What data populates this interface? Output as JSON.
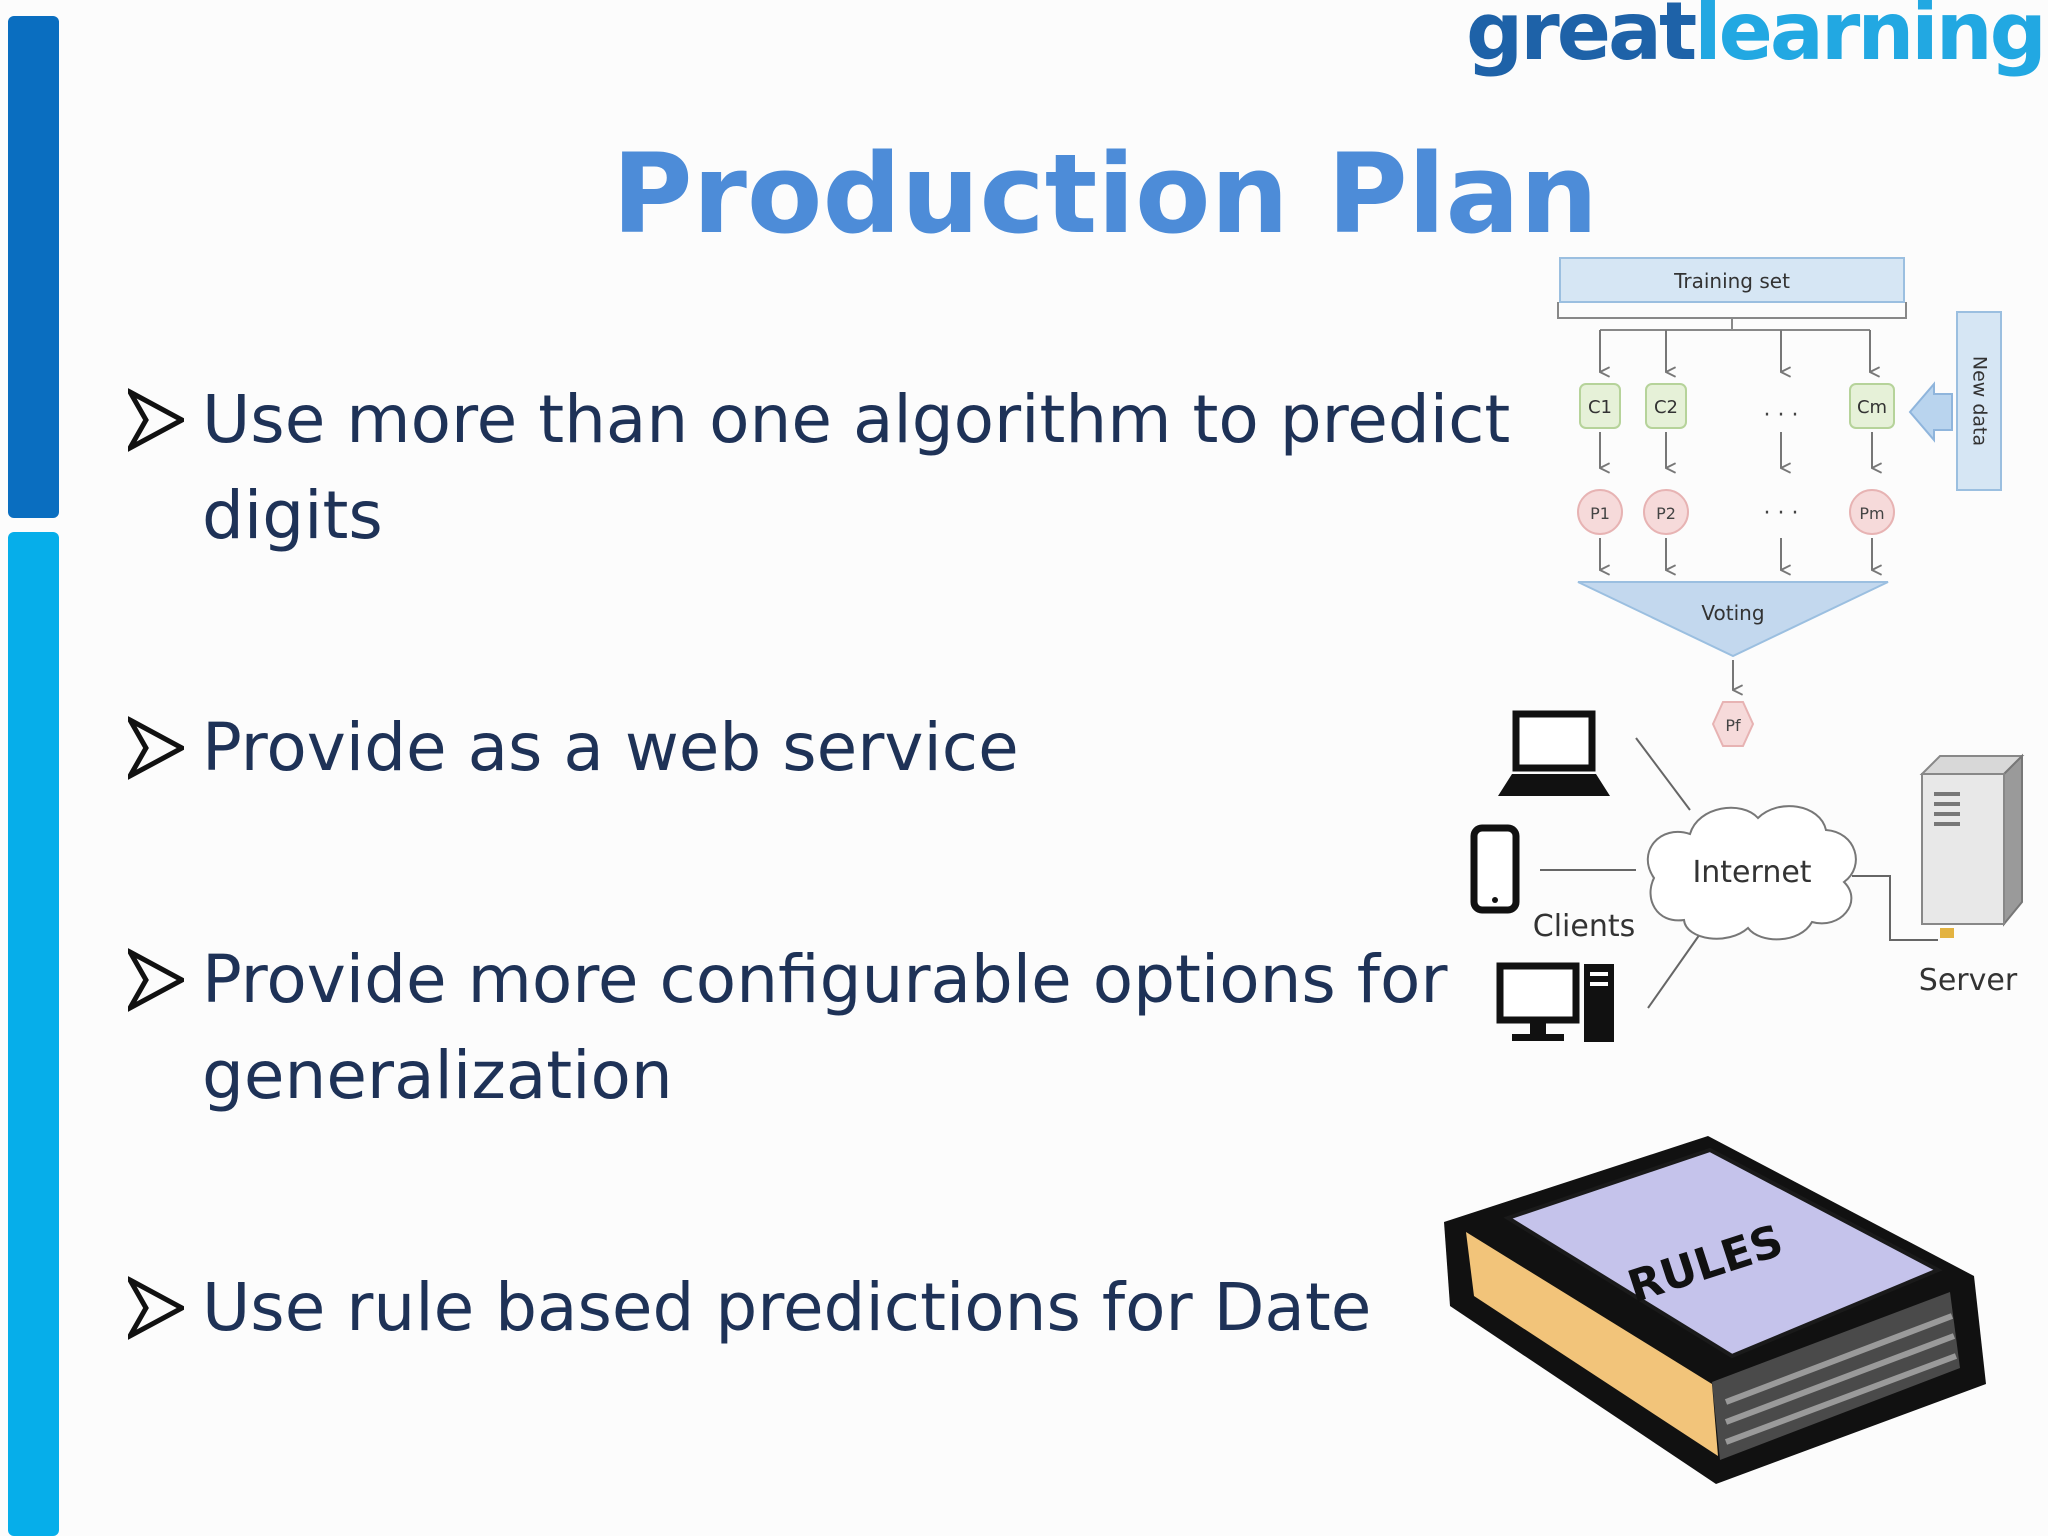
{
  "logo": {
    "part1": "great",
    "part2": "learning"
  },
  "title": "Production Plan",
  "bullets": [
    {
      "line1": "Use more than one algorithm to predict",
      "line2": "digits"
    },
    {
      "line1": "Provide as a web service"
    },
    {
      "line1": "Provide more configurable options for",
      "line2": "generalization"
    },
    {
      "line1": "Use rule based predictions for Date"
    }
  ],
  "ensemble": {
    "training_set": "Training set",
    "new_data": "New data",
    "classifiers": [
      "C1",
      "C2",
      "Cm"
    ],
    "predictions": [
      "P1",
      "P2",
      "Pm"
    ],
    "ellipsis": "· · ·",
    "voting": "Voting",
    "final": "Pf"
  },
  "network": {
    "internet": "Internet",
    "clients": "Clients",
    "server": "Server"
  },
  "book": {
    "label": "RULES"
  },
  "colors": {
    "sidebar_dark": "#0a6ec0",
    "sidebar_light": "#06aeea",
    "title": "#4d8cd8",
    "body_text": "#1e3257"
  }
}
